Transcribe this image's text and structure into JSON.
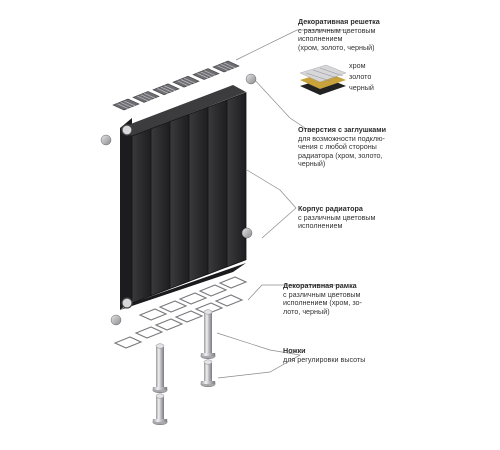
{
  "callouts": [
    {
      "title": "Декоративная решетка",
      "desc": "с различным цветовым\nисполнением\n(хром, золото, черный)"
    },
    {
      "title": "Отверстия с заглушками",
      "desc": "для возможности подклю-\nчения с любой стороны\nрадиатора (хром, золото,\nчерный)"
    },
    {
      "title": "Корпус радиатора",
      "desc": "с различным цветовым\nисполнением"
    },
    {
      "title": "Декоративная рамка",
      "desc": "с различным цветовым\nисполнением (хром, зо-\nлото, черный)"
    },
    {
      "title": "Ножки",
      "desc": "для регулировки высоты"
    }
  ],
  "swatches": [
    "хром",
    "золото",
    "черный"
  ],
  "colors": {
    "radiator": "#2f2f31",
    "radiator_edge": "#1c1c1e",
    "grille": "#6e6e72",
    "chrome": "#c9c9cc",
    "gold": "#c8a23a",
    "black_finish": "#222222",
    "leader_line": "#8a8a8a",
    "text": "#333333"
  },
  "icons": [
    "radiator-body",
    "decorative-grille",
    "plug-cap",
    "decorative-frame",
    "chrome-leg",
    "finish-sample-stack"
  ]
}
